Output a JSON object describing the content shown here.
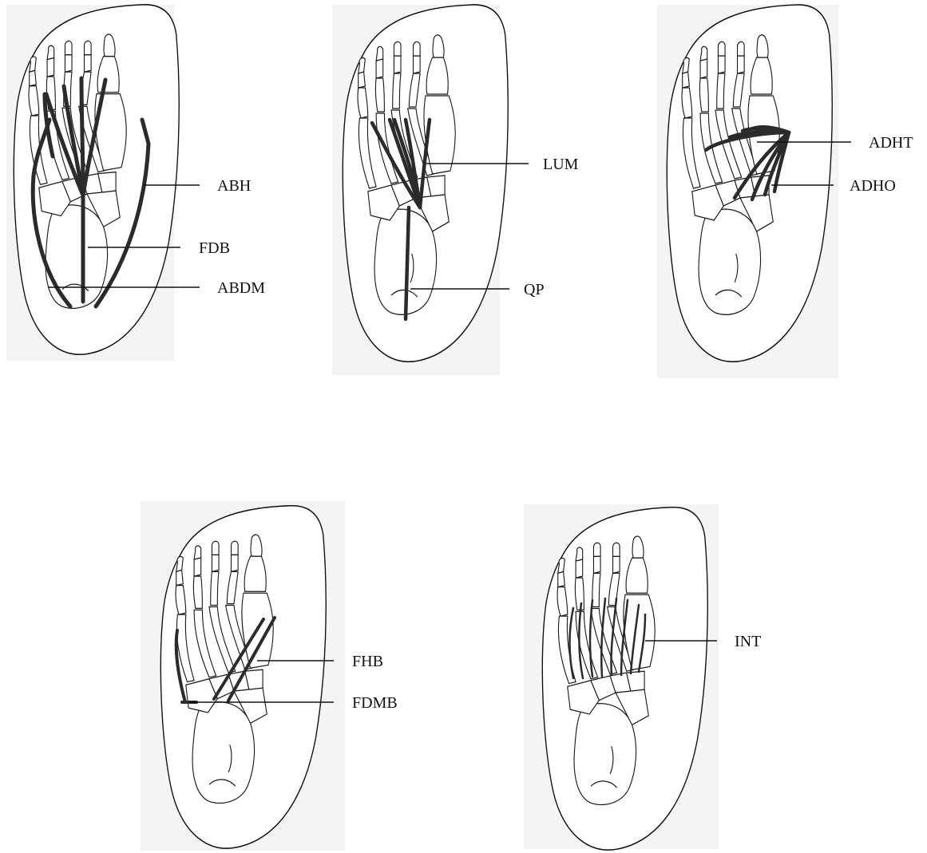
{
  "colors": {
    "ink": "#111111",
    "muscle": "#2b2b2b",
    "paper": "#f4f4f4",
    "background": "#ffffff"
  },
  "panels": [
    {
      "id": "panel-1",
      "labels": [
        {
          "text": "ABH"
        },
        {
          "text": "FDB"
        },
        {
          "text": "ABDM"
        }
      ]
    },
    {
      "id": "panel-2",
      "labels": [
        {
          "text": "LUM"
        },
        {
          "text": "QP"
        }
      ]
    },
    {
      "id": "panel-3",
      "labels": [
        {
          "text": "ADHT"
        },
        {
          "text": "ADHO"
        }
      ]
    },
    {
      "id": "panel-4",
      "labels": [
        {
          "text": "FHB"
        },
        {
          "text": "FDMB"
        }
      ]
    },
    {
      "id": "panel-5",
      "labels": [
        {
          "text": "INT"
        }
      ]
    }
  ]
}
